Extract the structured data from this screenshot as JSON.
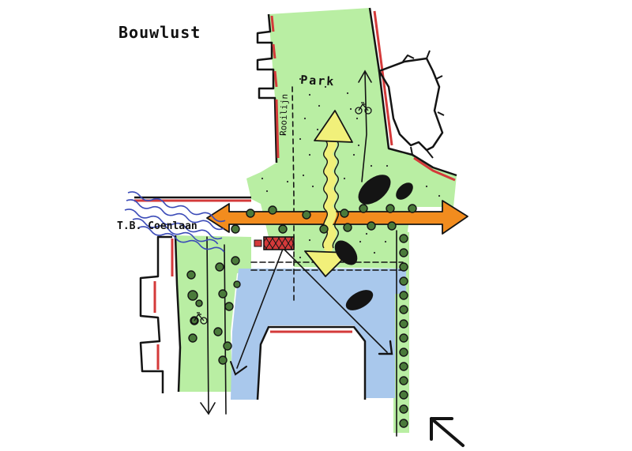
{
  "labels": {
    "title": "Bouwlust",
    "park": "Park",
    "street": "T.B. Coenlaan",
    "rooilijn": "Rooilijn"
  },
  "colors": {
    "green": "#b9eea3",
    "water": "#a9c8ec",
    "orange": "#f28c1e",
    "yellow": "#f1f07a",
    "building_edge": "#d43a3a",
    "sketch": "#141414",
    "wave": "#3b4bb8"
  },
  "icons": [
    "north-arrow-icon",
    "bicycle-icon"
  ]
}
